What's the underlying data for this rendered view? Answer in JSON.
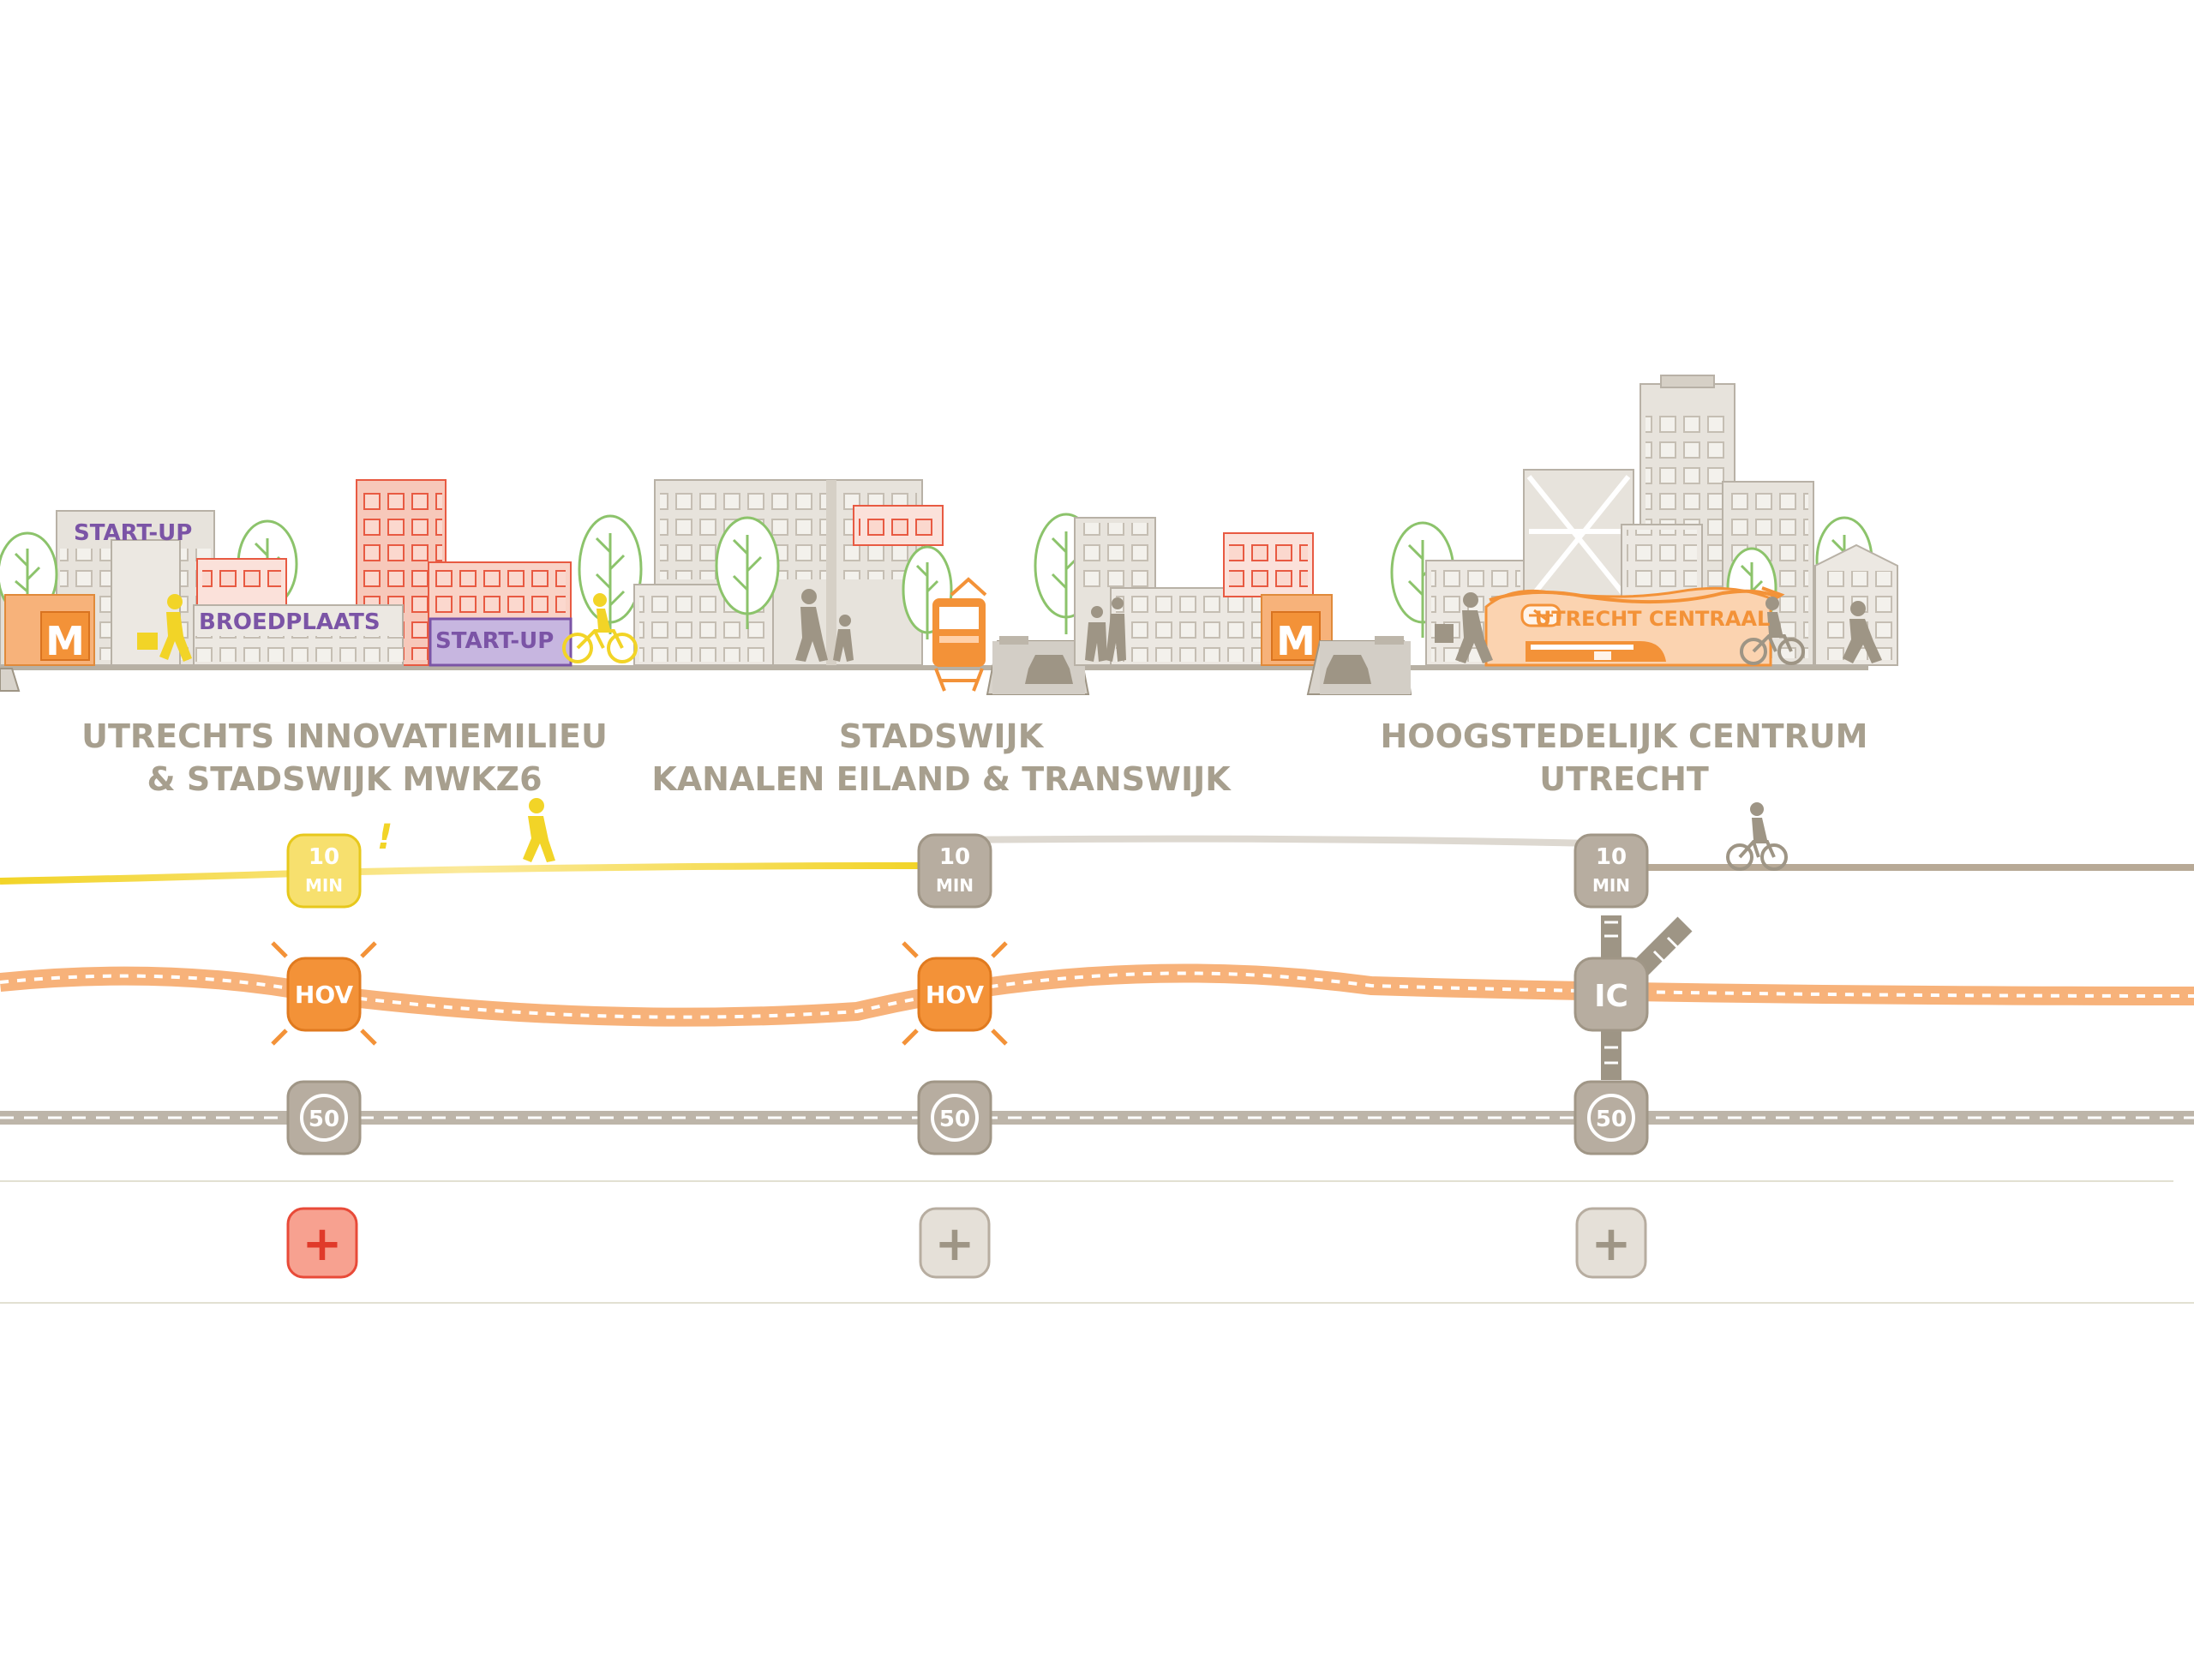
{
  "labels": {
    "startup_1": "START-UP",
    "broedplaats": "BROEDPLAATS",
    "startup_2": "START-UP",
    "metro_1": "M",
    "metro_2": "M",
    "station": "UTRECHT CENTRAAL"
  },
  "zones": [
    {
      "line1": "UTRECHTS INNOVATIEMILIEU",
      "line2": "& STADSWIJK MWKZ6"
    },
    {
      "line1": "STADSWIJK",
      "line2": "KANALEN EILAND & TRANSWIJK"
    },
    {
      "line1": "HOOGSTEDELIJK CENTRUM",
      "line2": "UTRECHT"
    }
  ],
  "timeBadges": [
    {
      "value": "10",
      "unit": "MIN",
      "note": "!"
    },
    {
      "value": "10",
      "unit": "MIN"
    },
    {
      "value": "10",
      "unit": "MIN"
    }
  ],
  "transitBadges": [
    "HOV",
    "HOV",
    "IC"
  ],
  "speedBadges": [
    "50",
    "50",
    "50"
  ],
  "plusBadges": [
    "+",
    "+",
    "+"
  ],
  "colors": {
    "building": "#ded9d1",
    "building_stroke": "#b8b1a6",
    "red_building": "#f6a995",
    "red_stroke": "#e85a42",
    "purple": "#7b54a6",
    "purple_fill": "#c7b6e0",
    "orange": "#f39238",
    "orange_light": "#f7b27a",
    "yellow": "#f2d427",
    "taupe": "#9e9585",
    "tree_stroke": "#8cc36b",
    "text_main": "#a79f8e",
    "plus_red": "#f3614a"
  },
  "icons": [
    "walker-icon",
    "cyclist-icon",
    "tram-icon",
    "train-icon",
    "car-icon",
    "pedestrian-icon",
    "tree-icon"
  ]
}
